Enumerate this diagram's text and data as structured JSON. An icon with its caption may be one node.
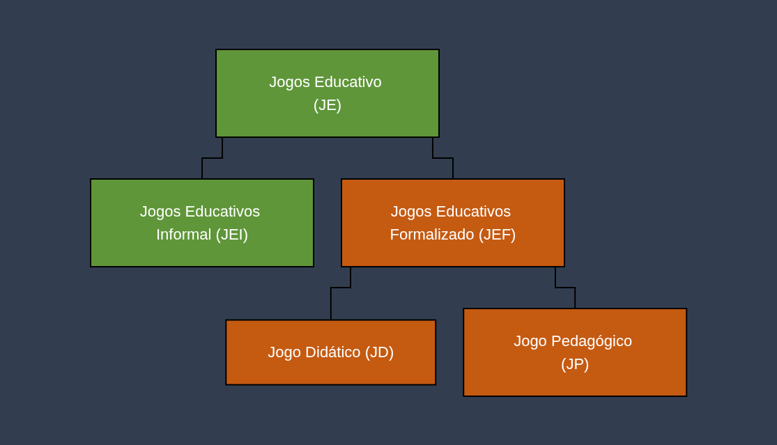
{
  "diagram": {
    "nodes": [
      {
        "text": [
          "Jogos Educativo (JE)"
        ]
      },
      {
        "text": [
          "Jogos Educativos Informal (JEI)"
        ]
      },
      {
        "text": [
          "Jogos Educativos Formalizado (JEF)"
        ]
      },
      {
        "text": [
          "Jogo Didático (JD)"
        ]
      },
      {
        "text": [
          "Jogo Pedagógico (JP)"
        ]
      }
    ],
    "edges": [
      {
        "from": 0,
        "to": 1,
        "arrow": "none"
      },
      {
        "from": 0,
        "to": 2,
        "arrow": "none"
      },
      {
        "from": 2,
        "to": 3,
        "arrow": "none"
      },
      {
        "from": 2,
        "to": 4,
        "arrow": "none"
      }
    ]
  }
}
